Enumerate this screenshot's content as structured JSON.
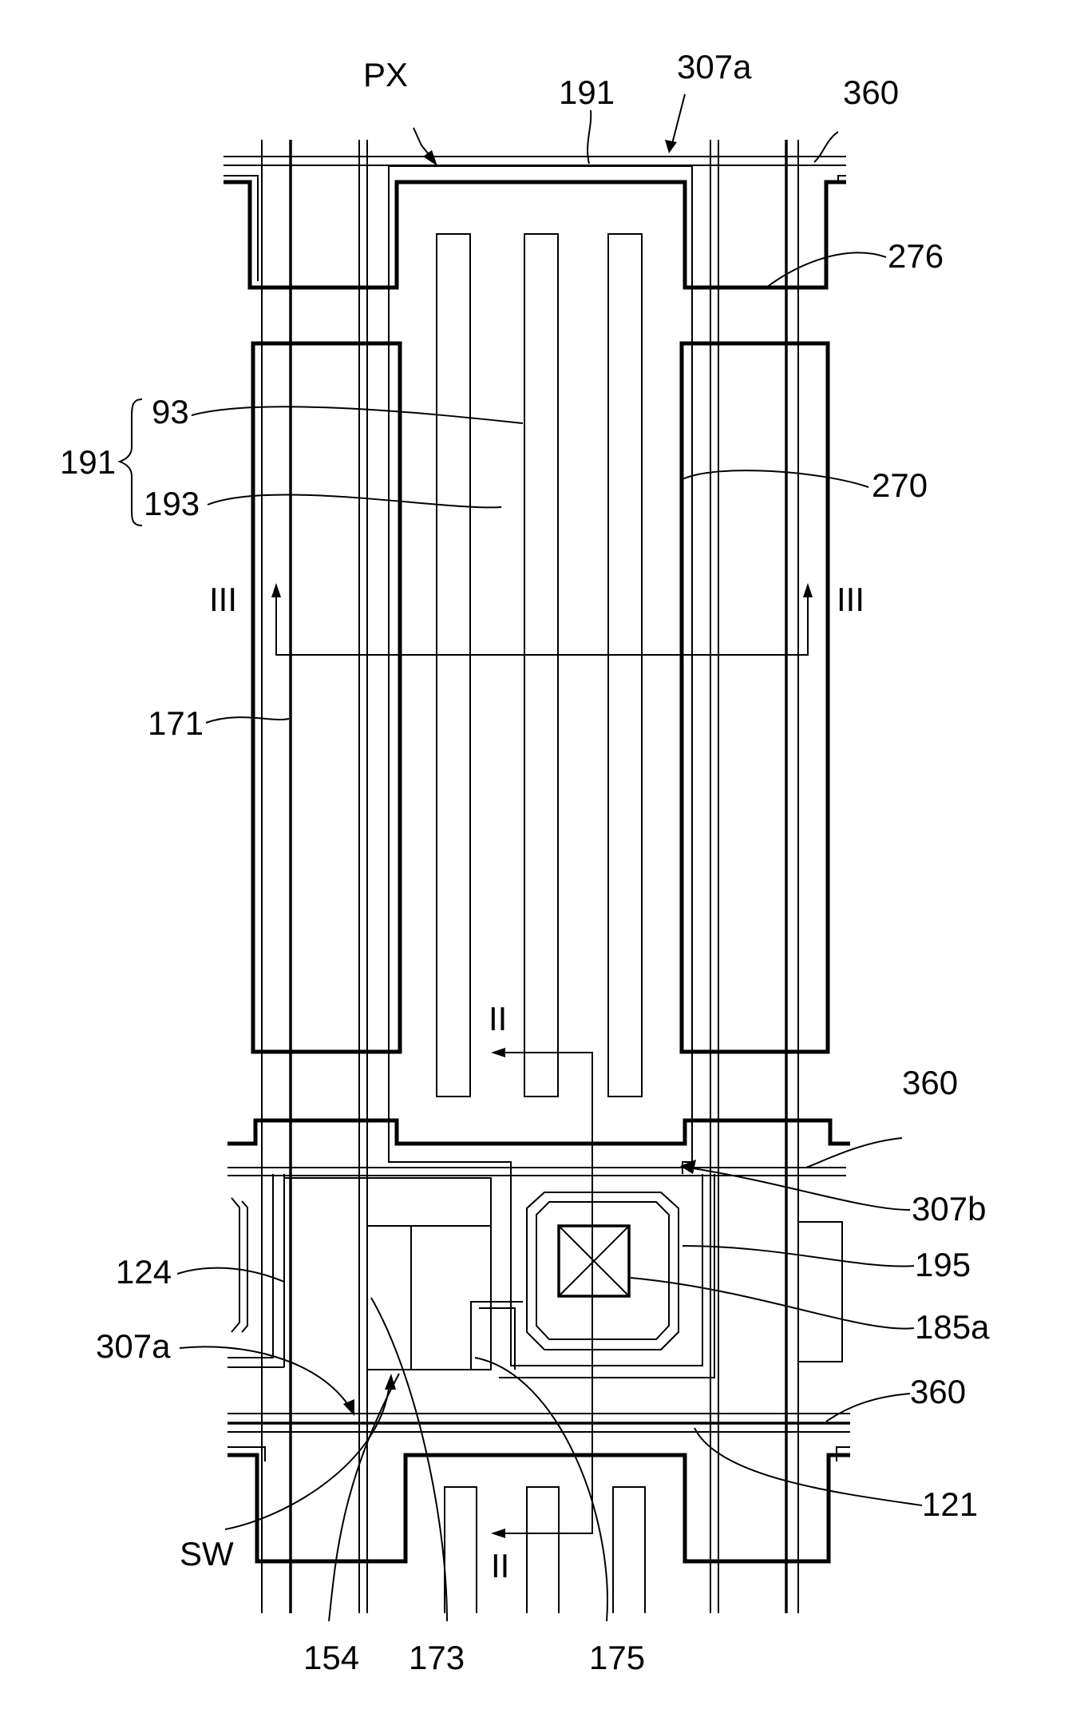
{
  "labels": {
    "px": "PX",
    "l191_top": "191",
    "l307a_top": "307a",
    "l360_top": "360",
    "l276": "276",
    "l93": "93",
    "l191_side": "191",
    "l193": "193",
    "l270": "270",
    "l3_left": "III",
    "l3_right": "III",
    "l171": "171",
    "l2_upper": "II",
    "l360_mid": "360",
    "l307b": "307b",
    "l195": "195",
    "l124": "124",
    "l185a": "185a",
    "l307a_left": "307a",
    "l360_low": "360",
    "l121": "121",
    "lsw": "SW",
    "l2_lower": "II",
    "l154": "154",
    "l173": "173",
    "l175": "175"
  }
}
